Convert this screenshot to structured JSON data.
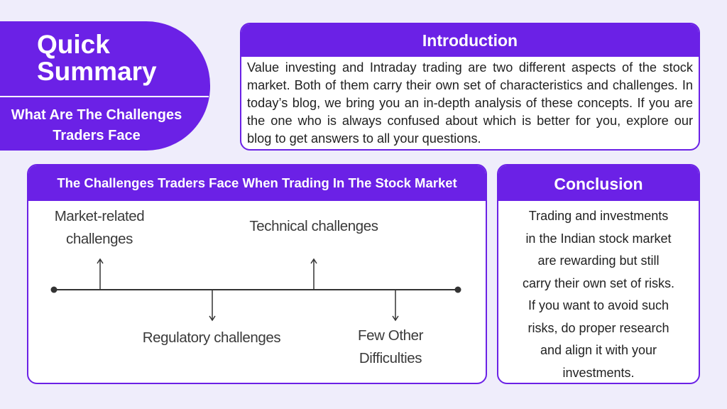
{
  "quick_summary": {
    "title_line1": "Quick",
    "title_line2": "Summary",
    "subtitle_line1": "What Are The Challenges",
    "subtitle_line2": "Traders Face"
  },
  "introduction": {
    "heading": "Introduction",
    "body": "Value investing and Intraday trading are two different aspects of the stock market. Both of them carry their own set of characteristics and challenges. In today’s blog, we bring you an in-depth analysis of these concepts. If you are the one who is always confused about which is better for you, explore our blog to get answers to all your questions."
  },
  "challenges": {
    "heading": "The Challenges Traders Face When Trading In The Stock Market",
    "items": [
      {
        "line1": "Market-related",
        "line2": "challenges"
      },
      {
        "line1": "Technical challenges"
      },
      {
        "line1": "Regulatory challenges"
      },
      {
        "line1": "Few Other",
        "line2": "Difficulties"
      }
    ]
  },
  "conclusion": {
    "heading": "Conclusion",
    "lines": [
      "Trading and investments",
      "in the Indian stock market",
      "are rewarding but still",
      "carry their own set of risks.",
      "If you want to avoid such",
      "risks, do proper research",
      "and align it with your",
      "investments."
    ]
  },
  "colors": {
    "accent": "#6b21e6",
    "background": "#efedfb",
    "text": "#222222"
  }
}
